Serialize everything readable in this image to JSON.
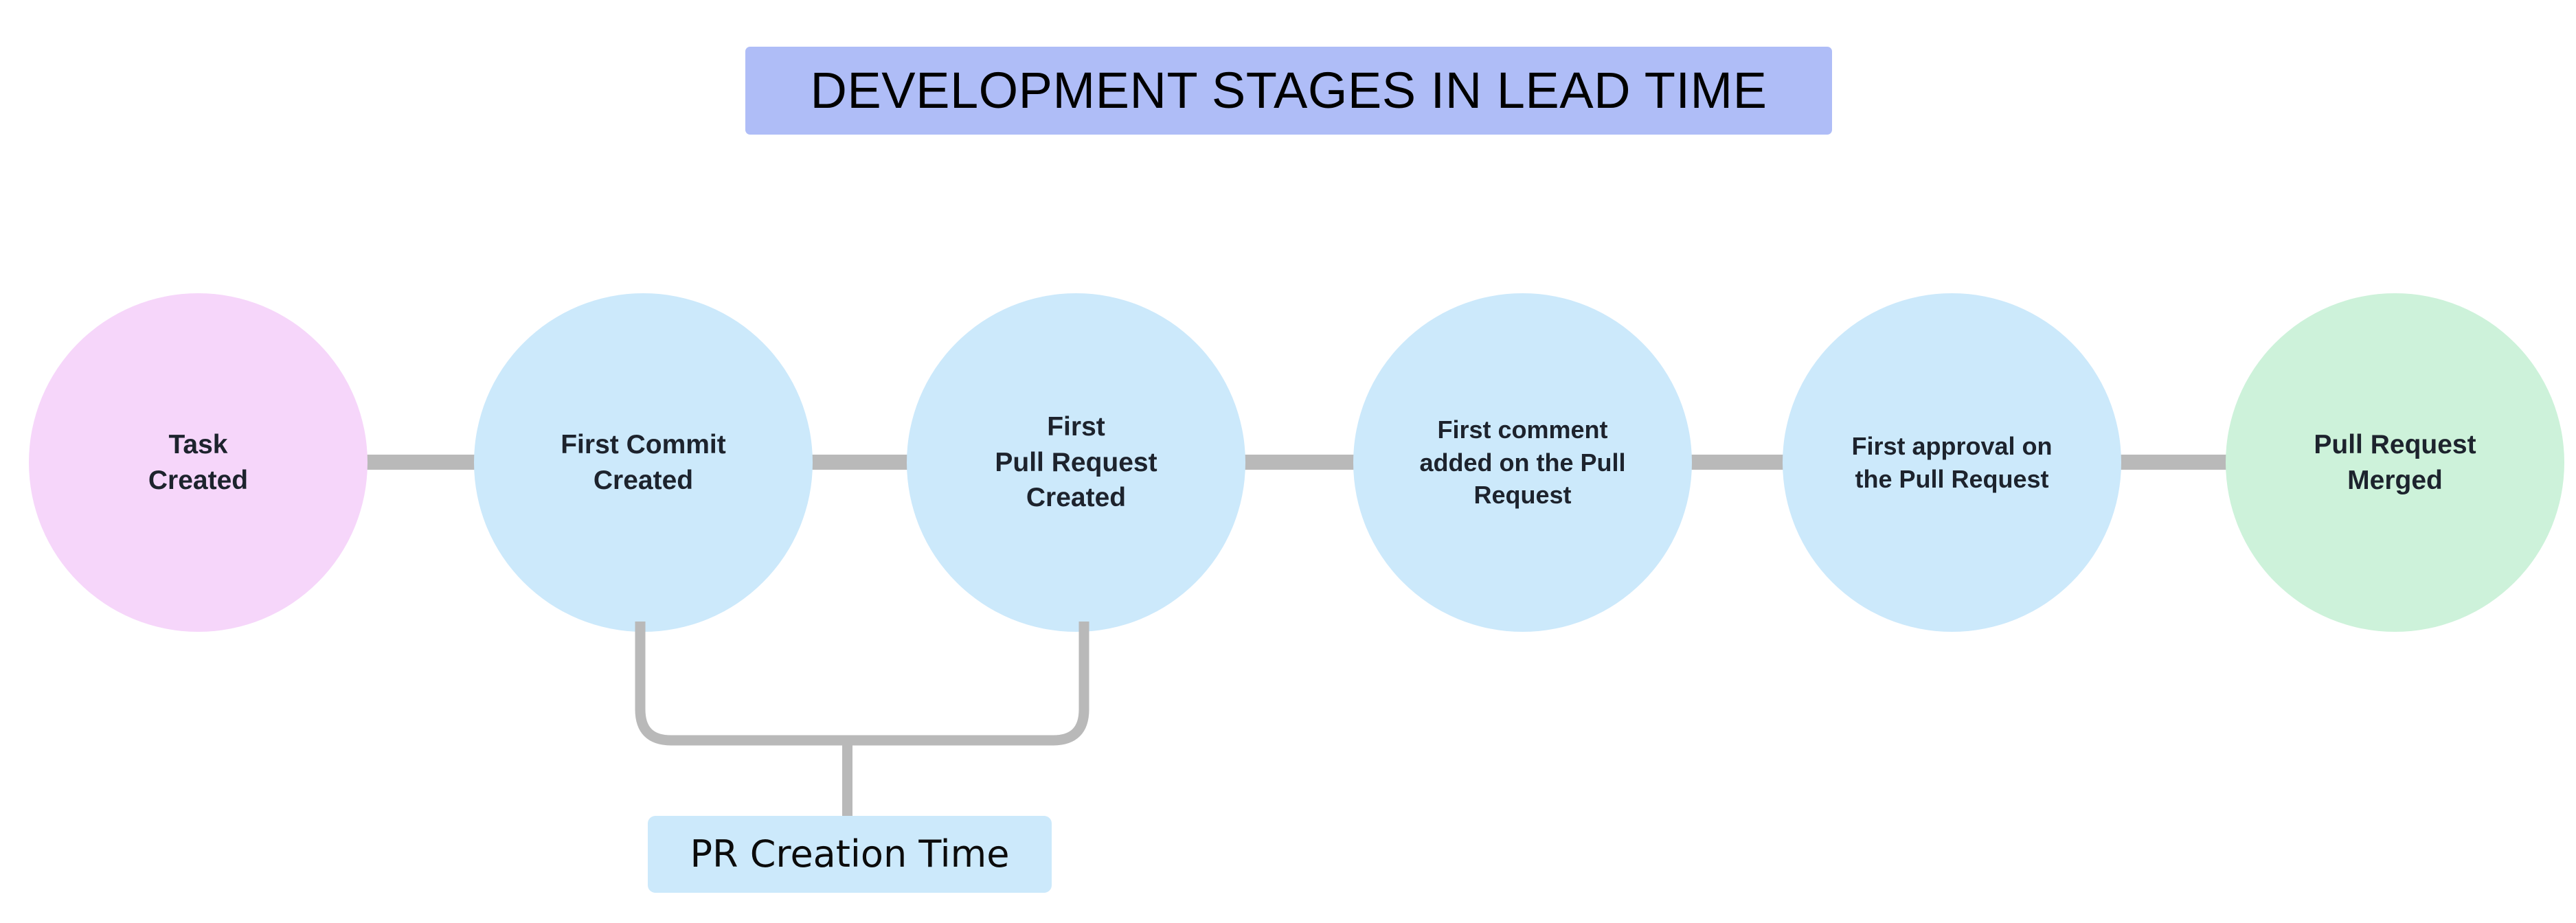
{
  "title": {
    "text": "DEVELOPMENT STAGES IN LEAD TIME",
    "background_color": "#afbdf7",
    "text_color": "#000000"
  },
  "flow": {
    "connector_color": "#b9b9b9",
    "nodes": [
      {
        "id": "task-created",
        "label": "Task\nCreated",
        "color": "#f6d6fa"
      },
      {
        "id": "first-commit-created",
        "label": "First Commit\nCreated",
        "color": "#cce9fb"
      },
      {
        "id": "first-pull-request-created",
        "label": "First\nPull Request\nCreated",
        "color": "#cce9fb"
      },
      {
        "id": "first-comment-on-pr",
        "label": "First comment\nadded on the Pull\nRequest",
        "color": "#cce9fb"
      },
      {
        "id": "first-approval-on-pr",
        "label": "First approval on\nthe Pull Request",
        "color": "#cce9fb"
      },
      {
        "id": "pull-request-merged",
        "label": "Pull Request\nMerged",
        "color": "#cdf2da"
      }
    ]
  },
  "annotation": {
    "label": "PR Creation Time",
    "background_color": "#cce9fb",
    "text_color": "#0b0b0b",
    "spans_from": "First Commit Created",
    "spans_to": "First Pull Request Created"
  }
}
